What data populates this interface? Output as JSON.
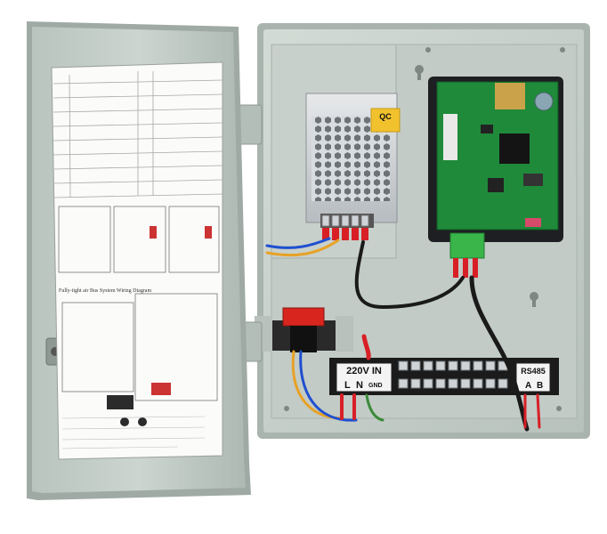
{
  "terminal_block": {
    "power_label": "220V IN",
    "terminals": [
      "L",
      "N",
      "GND"
    ],
    "rs485_label": "RS485",
    "rs485_terminals": [
      "A",
      "B"
    ]
  },
  "psu": {
    "qc_sticker": "QC"
  },
  "wiring_sheet": {
    "heading": "Fully-tight air Bus System Wiring Diagram"
  },
  "colors": {
    "enclosure": "#c9d2cc",
    "door": "#c5cfca",
    "pcb": "#1f8a3a",
    "terminal_green": "#39b54a",
    "rocker_switch": "#d8261f",
    "wire_red": "#d81f26",
    "wire_black": "#1a1a1a"
  }
}
